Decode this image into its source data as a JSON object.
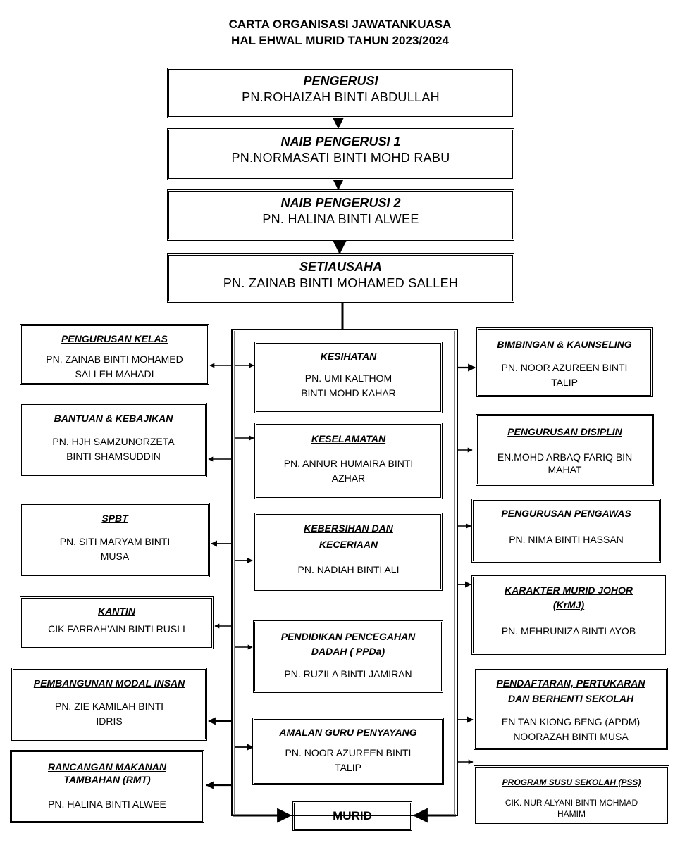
{
  "title": {
    "line1": "CARTA ORGANISASI JAWATANKUASA",
    "line2": "HAL EHWAL MURID TAHUN 2023/2024"
  },
  "top": [
    {
      "head": "PENGERUSI",
      "name": "PN.ROHAIZAH BINTI ABDULLAH"
    },
    {
      "head": "NAIB PENGERUSI 1",
      "name": "PN.NORMASATI BINTI MOHD RABU"
    },
    {
      "head": "NAIB PENGERUSI 2",
      "name": "PN. HALINA BINTI ALWEE"
    },
    {
      "head": "SETIAUSAHA",
      "name": "PN. ZAINAB BINTI MOHAMED SALLEH"
    }
  ],
  "left": [
    {
      "head": "PENGURUSAN KELAS",
      "name1": "PN. ZAINAB BINTI MOHAMED",
      "name2": "SALLEH MAHADI"
    },
    {
      "head": "BANTUAN & KEBAJIKAN",
      "name1": "PN. HJH SAMZUNORZETA",
      "name2": "BINTI SHAMSUDDIN"
    },
    {
      "head": "SPBT",
      "name1": "PN. SITI MARYAM BINTI",
      "name2": "MUSA"
    },
    {
      "head": "KANTIN",
      "name1": "CIK FARRAH'AIN  BINTI RUSLI",
      "name2": ""
    },
    {
      "head": "PEMBANGUNAN MODAL INSAN",
      "name1": "PN. ZIE KAMILAH BINTI",
      "name2": "IDRIS"
    },
    {
      "head": "RANCANGAN MAKANAN",
      "head2": "TAMBAHAN (RMT)",
      "name1": "PN. HALINA  BINTI ALWEE",
      "name2": ""
    }
  ],
  "center": [
    {
      "head": "KESIHATAN",
      "head2": "",
      "name1": "PN. UMI KALTHOM",
      "name2": "BINTI MOHD KAHAR"
    },
    {
      "head": "KESELAMATAN",
      "head2": "",
      "name1": "PN. ANNUR HUMAIRA BINTI",
      "name2": "AZHAR"
    },
    {
      "head": "KEBERSIHAN DAN",
      "head2": "KECERIAAN",
      "name1": "PN. NADIAH BINTI ALI",
      "name2": ""
    },
    {
      "head": "PENDIDIKAN PENCEGAHAN",
      "head2": "DADAH ( PPDa)",
      "name1": "PN. RUZILA BINTI JAMIRAN",
      "name2": ""
    },
    {
      "head": "AMALAN GURU PENYAYANG",
      "head2": "",
      "name1": "PN. NOOR AZUREEN BINTI",
      "name2": "TALIP"
    }
  ],
  "right": [
    {
      "head": "BIMBINGAN &  KAUNSELING",
      "head2": "",
      "name1": "PN. NOOR AZUREEN BINTI",
      "name2": "TALIP"
    },
    {
      "head": "PENGURUSAN  DISIPLIN",
      "head2": "",
      "name1": "EN.MOHD ARBAQ FARIQ  BIN",
      "name2": "MAHAT"
    },
    {
      "head": "PENGURUSAN  PENGAWAS",
      "head2": "",
      "name1": "PN. NIMA BINTI HASSAN",
      "name2": ""
    },
    {
      "head": "KARAKTER  MURID  JOHOR",
      "head2": "(KrMJ)",
      "name1": "PN.  MEHRUNIZA BINTI AYOB",
      "name2": ""
    },
    {
      "head": "PENDAFTARAN,  PERTUKARAN",
      "head2": "DAN  BERHENTI SEKOLAH",
      "name1": "EN TAN KIONG BENG (APDM)",
      "name2": "NOORAZAH BINTI MUSA"
    },
    {
      "head": "PROGRAM SUSU SEKOLAH (PSS)",
      "head2": "",
      "name1": "CIK. NUR ALYANI BINTI MOHMAD",
      "name2": "HAMIM"
    }
  ],
  "bottom": {
    "label": "MURID"
  }
}
